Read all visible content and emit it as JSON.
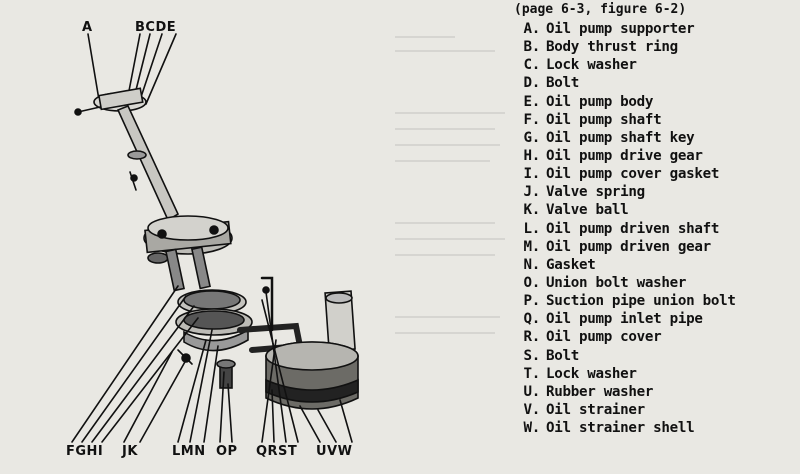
{
  "caption": "(page 6-3, figure 6-2)",
  "parts": [
    {
      "letter": "A.",
      "name": "Oil pump supporter"
    },
    {
      "letter": "B.",
      "name": "Body thrust ring"
    },
    {
      "letter": "C.",
      "name": "Lock washer"
    },
    {
      "letter": "D.",
      "name": "Bolt"
    },
    {
      "letter": "E.",
      "name": "Oil pump body"
    },
    {
      "letter": "F.",
      "name": "Oil pump shaft"
    },
    {
      "letter": "G.",
      "name": "Oil pump shaft key"
    },
    {
      "letter": "H.",
      "name": "Oil pump drive gear"
    },
    {
      "letter": "I.",
      "name": "Oil pump cover gasket"
    },
    {
      "letter": "J.",
      "name": "Valve spring"
    },
    {
      "letter": "K.",
      "name": "Valve ball"
    },
    {
      "letter": "L.",
      "name": "Oil pump driven shaft"
    },
    {
      "letter": "M.",
      "name": "Oil pump driven gear"
    },
    {
      "letter": "N.",
      "name": "Gasket"
    },
    {
      "letter": "O.",
      "name": "Union bolt washer"
    },
    {
      "letter": "P.",
      "name": "Suction pipe union bolt"
    },
    {
      "letter": "Q.",
      "name": "Oil pump inlet pipe"
    },
    {
      "letter": "R.",
      "name": "Oil pump cover"
    },
    {
      "letter": "S.",
      "name": "Bolt"
    },
    {
      "letter": "T.",
      "name": "Lock washer"
    },
    {
      "letter": "U.",
      "name": "Rubber washer"
    },
    {
      "letter": "V.",
      "name": "Oil strainer"
    },
    {
      "letter": "W.",
      "name": "Oil strainer shell"
    }
  ],
  "diagram": {
    "top_labels": {
      "a": "A",
      "bcde": "BCDE"
    },
    "bottom_labels": {
      "fghi": "FGHI",
      "jk": "JK",
      "lmn": "LMN",
      "op": "OP",
      "qrst": "QRST",
      "uvw": "UVW"
    }
  },
  "colors": {
    "paper": "#e9e8e3",
    "ink": "#111111"
  }
}
